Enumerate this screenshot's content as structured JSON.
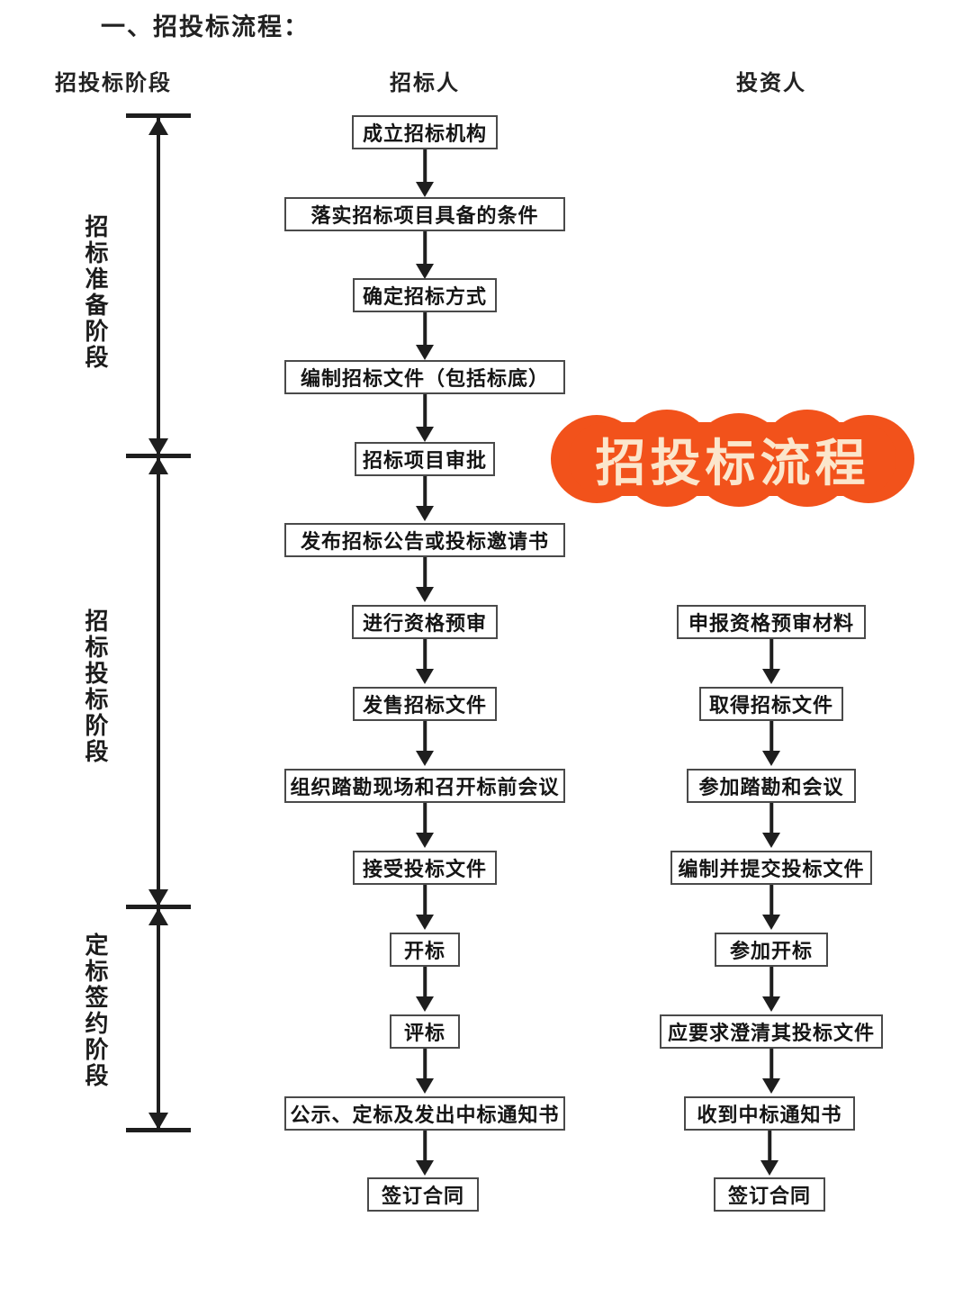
{
  "document": {
    "title": "一、招投标流程：",
    "background_color": "#ffffff",
    "box_border_color": "#4a4a4a",
    "line_color": "#1e1e1e"
  },
  "badge": {
    "label": "招投标流程",
    "fill_color": "#F2521B",
    "text_color": "#FBE6CC"
  },
  "columns": [
    {
      "key": "stage",
      "header": "招投标阶段"
    },
    {
      "key": "tenderer",
      "header": "招标人"
    },
    {
      "key": "investor",
      "header": "投资人"
    }
  ],
  "stages": [
    {
      "label": "招标准备阶段"
    },
    {
      "label": "招标投标阶段"
    },
    {
      "label": "定标签约阶段"
    }
  ],
  "tenderer_steps": [
    {
      "label": "成立招标机构"
    },
    {
      "label": "落实招标项目具备的条件"
    },
    {
      "label": "确定招标方式"
    },
    {
      "label": "编制招标文件（包括标底）"
    },
    {
      "label": "招标项目审批"
    },
    {
      "label": "发布招标公告或投标邀请书"
    },
    {
      "label": "进行资格预审"
    },
    {
      "label": "发售招标文件"
    },
    {
      "label": "组织踏勘现场和召开标前会议"
    },
    {
      "label": "接受投标文件"
    },
    {
      "label": "开标"
    },
    {
      "label": "评标"
    },
    {
      "label": "公示、定标及发出中标通知书"
    },
    {
      "label": "签订合同"
    }
  ],
  "investor_steps": [
    {
      "label": "申报资格预审材料"
    },
    {
      "label": "取得招标文件"
    },
    {
      "label": "参加踏勘和会议"
    },
    {
      "label": "编制并提交投标文件"
    },
    {
      "label": "参加开标"
    },
    {
      "label": "应要求澄清其投标文件"
    },
    {
      "label": "收到中标通知书"
    },
    {
      "label": "签订合同"
    }
  ]
}
